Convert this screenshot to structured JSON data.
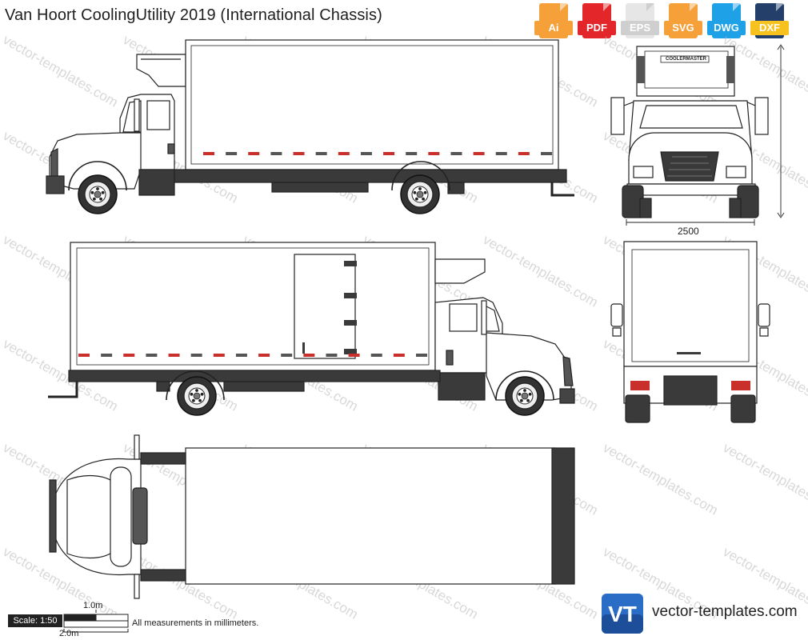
{
  "title": "Van Hoort CoolingUtility 2019 (International Chassis)",
  "formats": [
    {
      "label": "Ai",
      "color": "#f6a03a"
    },
    {
      "label": "PDF",
      "color": "#e2262a"
    },
    {
      "label": "EPS",
      "color": "#e9e9e9",
      "text_color": "#888888"
    },
    {
      "label": "SVG",
      "color": "#f6a03a"
    },
    {
      "label": "DWG",
      "color": "#1ea1e6"
    },
    {
      "label": "DXF",
      "color": "#233f6a",
      "label_color": "#f7c21d"
    }
  ],
  "watermark_text": "vector-templates.com",
  "decal_text": "COOLERMASTER",
  "dimensions": {
    "width": "2500"
  },
  "scale": {
    "label": "Scale: 1:50",
    "small_bar": "1.0m",
    "large_bar": "2.0m"
  },
  "note": "All measurements in millimeters.",
  "brand": {
    "logo": "VT",
    "site": "vector-templates.com"
  },
  "colors": {
    "dark": "#3a3a3a",
    "red": "#c9302c",
    "stroke": "#222222"
  }
}
